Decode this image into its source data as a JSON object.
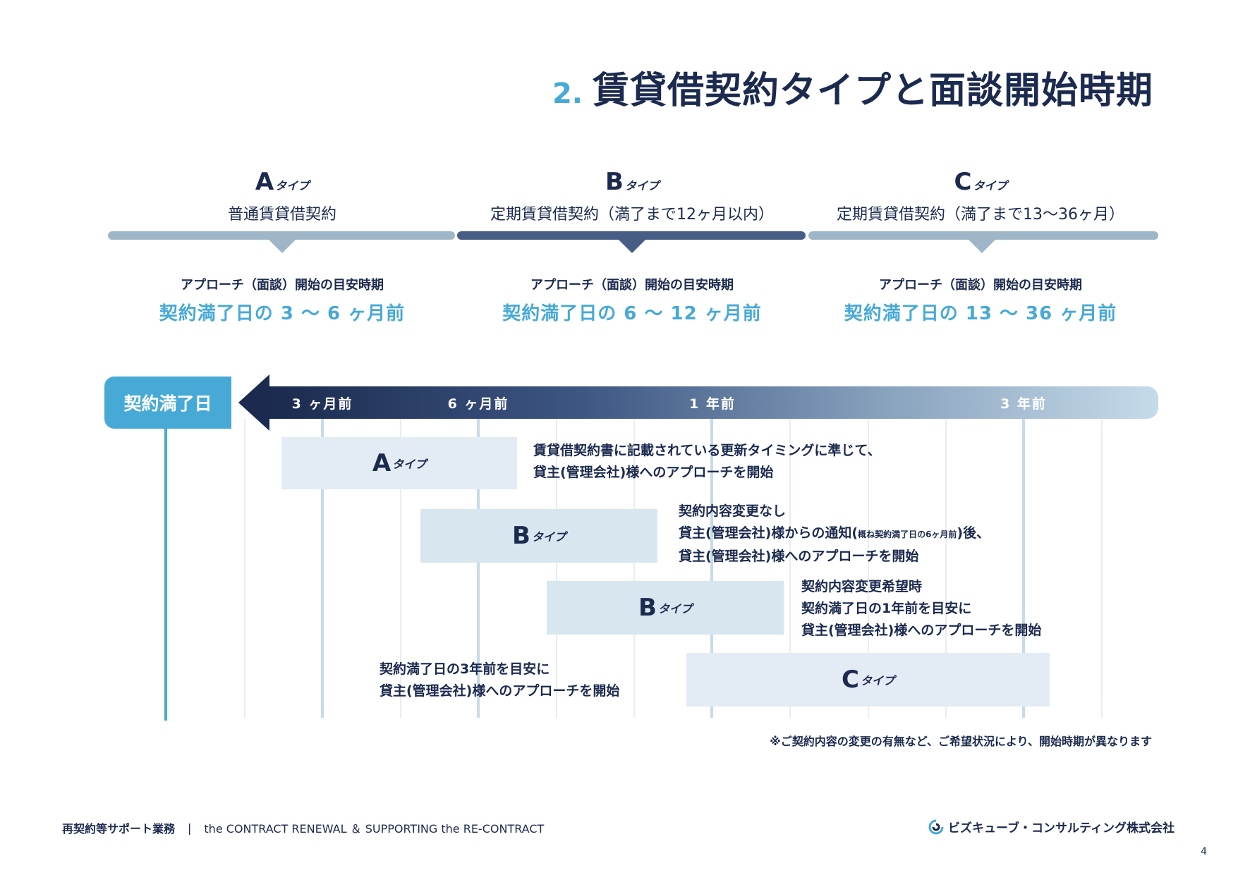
{
  "title": {
    "number": "2.",
    "text": "賃貸借契約タイプと面談開始時期"
  },
  "types": [
    {
      "letter": "A",
      "suffix": "タイプ",
      "subtitle": "普通賃貸借契約",
      "approach_label": "アプローチ（面談）開始の目安時期",
      "approach_value": "契約満了日の 3 ～ 6 ヶ月前",
      "band_color": "#9fb6c8"
    },
    {
      "letter": "B",
      "suffix": "タイプ",
      "subtitle": "定期賃貸借契約（満了まで12ヶ月以内）",
      "approach_label": "アプローチ（面談）開始の目安時期",
      "approach_value": "契約満了日の 6 ～ 12 ヶ月前",
      "band_color": "#485d86"
    },
    {
      "letter": "C",
      "suffix": "タイプ",
      "subtitle": "定期賃貸借契約（満了まで13～36ヶ月）",
      "approach_label": "アプローチ（面談）開始の目安時期",
      "approach_value": "契約満了日の 13 ～ 36 ヶ月前",
      "band_color": "#9fb6c8"
    }
  ],
  "timeline": {
    "expiry_label": "契約満了日",
    "ticks": [
      {
        "label": "3 ヶ月前"
      },
      {
        "label": "6 ヶ月前"
      },
      {
        "label": "1 年前"
      },
      {
        "label": "3 年前"
      }
    ]
  },
  "bars": [
    {
      "letter": "A",
      "suffix": "タイプ",
      "color": "#e3ebf5",
      "lines": [
        "賃貸借契約書に記載されている更新タイミングに準じて、",
        "貸主(管理会社)様へのアプローチを開始"
      ]
    },
    {
      "letter": "B",
      "suffix": "タイプ",
      "color": "#d7e6ef",
      "lines": [
        "契約内容変更なし",
        "貸主(管理会社)様からの通知(",
        "概ね契約満了日の6ヶ月前",
        ")後、",
        "貸主(管理会社)様へのアプローチを開始"
      ]
    },
    {
      "letter": "B",
      "suffix": "タイプ",
      "color": "#d7e6ef",
      "lines": [
        "契約内容変更希望時",
        "契約満了日の1年前を目安に",
        "貸主(管理会社)様へのアプローチを開始"
      ]
    },
    {
      "letter": "C",
      "suffix": "タイプ",
      "color": "#e3ebf5",
      "lines": [
        "契約満了日の3年前を目安に",
        "貸主(管理会社)様へのアプローチを開始"
      ]
    }
  ],
  "note": "※ご契約内容の変更の有無など、ご希望状況により、開始時期が異なります",
  "footer": {
    "left_jp": "再契約等サポート業務",
    "separator": "|",
    "left_en": "the CONTRACT RENEWAL ＆ SUPPORTING the RE-CONTRACT",
    "company": "ビズキューブ・コンサルティング株式会社",
    "page": "4"
  },
  "colors": {
    "navy": "#1b2a4e",
    "accent": "#47a9d6"
  },
  "icons": {
    "logo": "company-logo-icon"
  }
}
